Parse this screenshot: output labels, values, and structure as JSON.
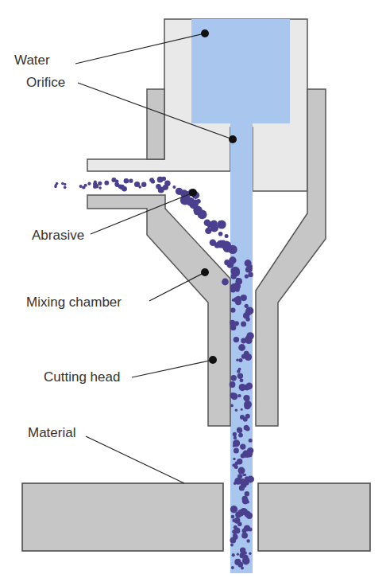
{
  "diagram": {
    "labels": [
      "Water",
      "Orifice",
      "Abrasive",
      "Mixing chamber",
      "Cutting head",
      "Material"
    ]
  }
}
